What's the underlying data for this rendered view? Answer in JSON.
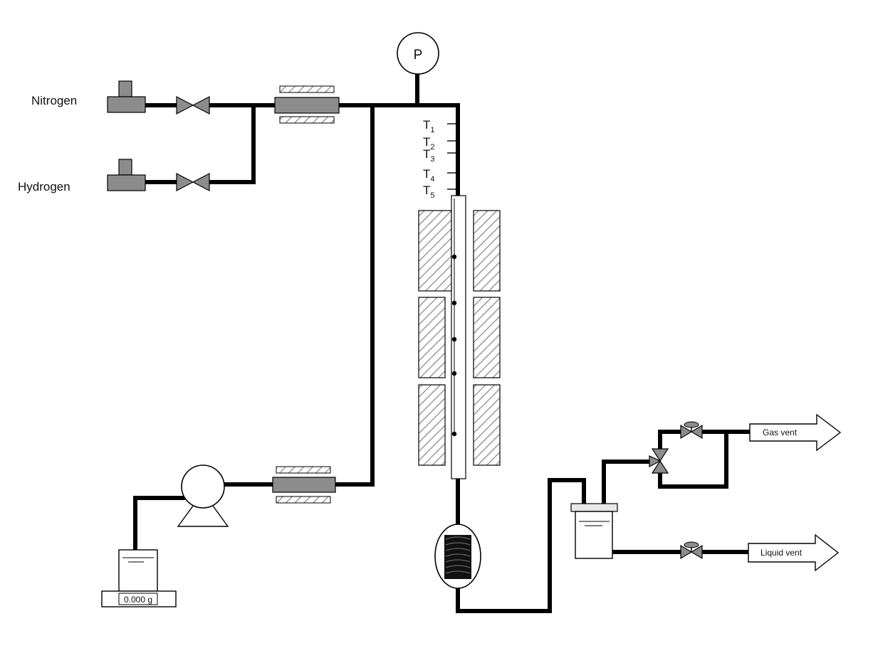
{
  "labels": {
    "nitrogen": "Nitrogen",
    "hydrogen": "Hydrogen",
    "pressure_gauge": "P",
    "balance_readout": "0.000 g",
    "gas_vent": "Gas vent",
    "liquid_vent": "Liquid vent"
  },
  "thermocouples": [
    {
      "letter": "T",
      "index": "1"
    },
    {
      "letter": "T",
      "index": "2"
    },
    {
      "letter": "T",
      "index": "3"
    },
    {
      "letter": "T",
      "index": "4"
    },
    {
      "letter": "T",
      "index": "5"
    }
  ],
  "colors": {
    "pipe": "#000000",
    "component_gray": "#8c8c8c",
    "hatch": "#9a9a9a",
    "background": "#ffffff"
  }
}
